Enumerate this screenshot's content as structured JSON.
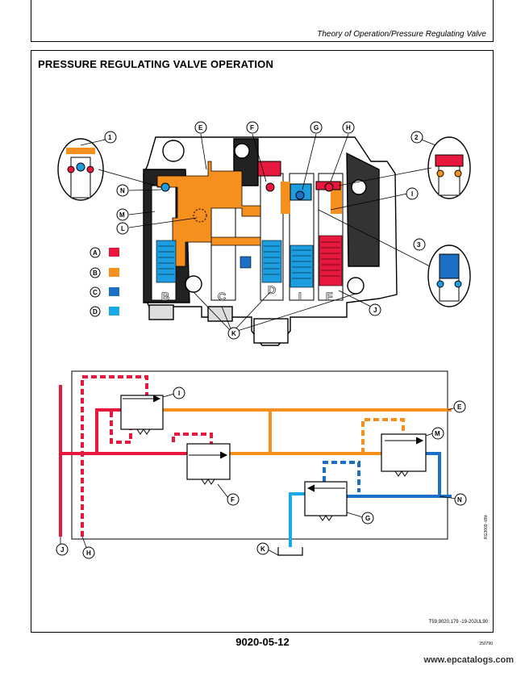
{
  "header": {
    "title": "Theory of Operation/Pressure Regulating Valve"
  },
  "section": {
    "title": "PRESSURE REGULATING VALVE OPERATION"
  },
  "legend": [
    {
      "letter": "A",
      "color": "#e8173d"
    },
    {
      "letter": "B",
      "color": "#f5901e"
    },
    {
      "letter": "C",
      "color": "#1b6fc4"
    },
    {
      "letter": "D",
      "color": "#19a9e6"
    }
  ],
  "callouts": {
    "one": "1",
    "two": "2",
    "three": "3",
    "E": "E",
    "F": "F",
    "G": "G",
    "H": "H",
    "I": "I",
    "J": "J",
    "K": "K",
    "L": "L",
    "M": "M",
    "N": "N"
  },
  "valve_body_letters": {
    "B": "B",
    "C": "C",
    "D": "D",
    "I": "I",
    "F": "F"
  },
  "figure_ref": "T59,9020,179   -19-20JUL90",
  "side_codes": "RG3009  -UN-",
  "page_number": "9020-05-12",
  "small_code": "250790",
  "footer_url": "www.epcatalogs.com"
}
